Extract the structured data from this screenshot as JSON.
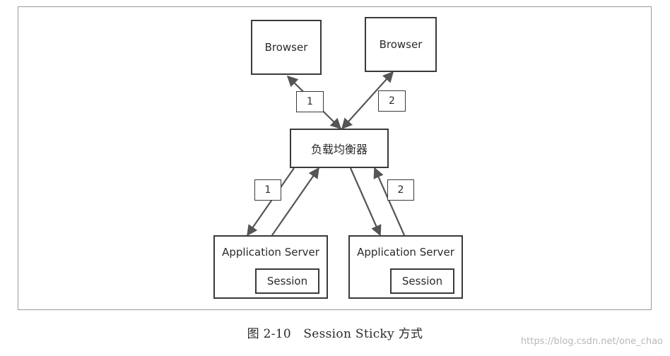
{
  "diagram": {
    "browser_left": "Browser",
    "browser_right": "Browser",
    "load_balancer": "负载均衡器",
    "badge_top_left": "1",
    "badge_top_right": "2",
    "badge_bottom_left": "1",
    "badge_bottom_right": "2",
    "server_left": {
      "label": "Application Server",
      "session": "Session"
    },
    "server_right": {
      "label": "Application Server",
      "session": "Session"
    }
  },
  "caption": "图 2-10　Session Sticky 方式",
  "watermark": "https://blog.csdn.net/one_chao",
  "colors": {
    "stroke": "#3a3a3a",
    "arrow": "#555555",
    "frame": "#9a9a9a",
    "watermark": "#b8b8b8"
  }
}
